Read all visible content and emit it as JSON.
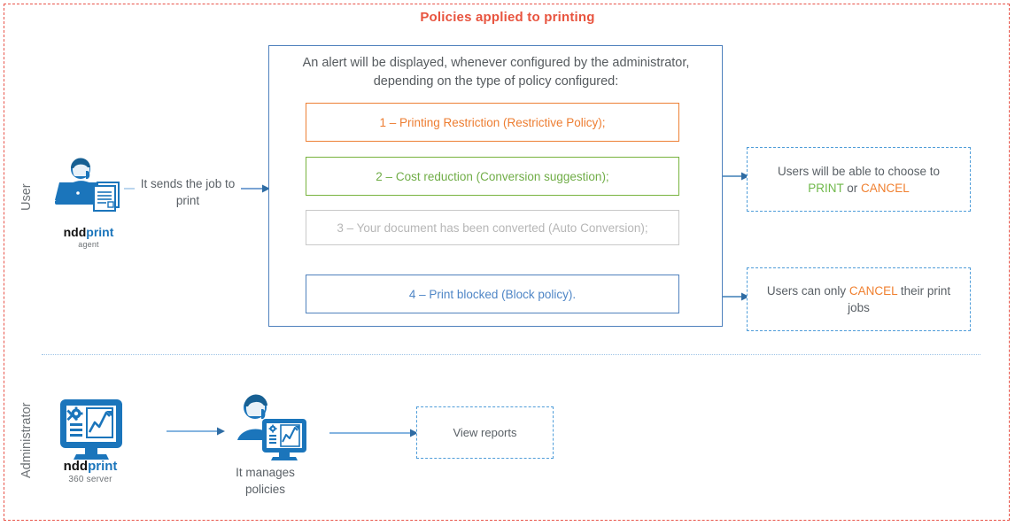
{
  "title": "Policies applied to printing",
  "panel": {
    "intro_line1": "An alert will be displayed, whenever configured by the administrator,",
    "intro_line2": "depending on the type of policy configured:",
    "policies": [
      {
        "label": "1 – Printing Restriction (Restrictive Policy);",
        "color": "#ed7d31",
        "border": "#ed8035"
      },
      {
        "label": "2 – Cost reduction (Conversion suggestion);",
        "color": "#70ad47",
        "border": "#78b33e"
      },
      {
        "label": "3 – Your document has been converted (Auto Conversion);",
        "color": "#b6b6b6",
        "border": "#c9c9c9"
      },
      {
        "label": "4 – Print blocked (Block policy).",
        "color": "#4f86c6",
        "border": "#4f81bd"
      }
    ]
  },
  "results": {
    "choose": {
      "prefix": "Users will be able to choose to",
      "print": "PRINT",
      "joiner": " or ",
      "cancel": "CANCEL"
    },
    "block": {
      "prefix": "Users can only ",
      "cancel": "CANCEL",
      "suffix": " their print jobs"
    }
  },
  "lanes": {
    "user_label": "User",
    "admin_label": "Administrator"
  },
  "user": {
    "caption": "It sends the job to print",
    "logo_ndd": "ndd",
    "logo_print": "print",
    "logo_sub": "agent"
  },
  "admin": {
    "logo_ndd": "ndd",
    "logo_print": "print",
    "logo_sub": "360 server",
    "caption": "It manages policies",
    "view_reports": "View reports"
  },
  "colors": {
    "frame": "#e8544a",
    "title": "#e8543f",
    "panel_border": "#4f81bd",
    "dashed_blue": "#4f9dd9",
    "connector": "#9dc3e6",
    "arrow": "#2e6ca4",
    "icon_blue": "#1b75bb",
    "icon_blue_dark": "#176093",
    "text_gray": "#5a6066",
    "print_green": "#6fb84a",
    "cancel_orange": "#f08030"
  }
}
